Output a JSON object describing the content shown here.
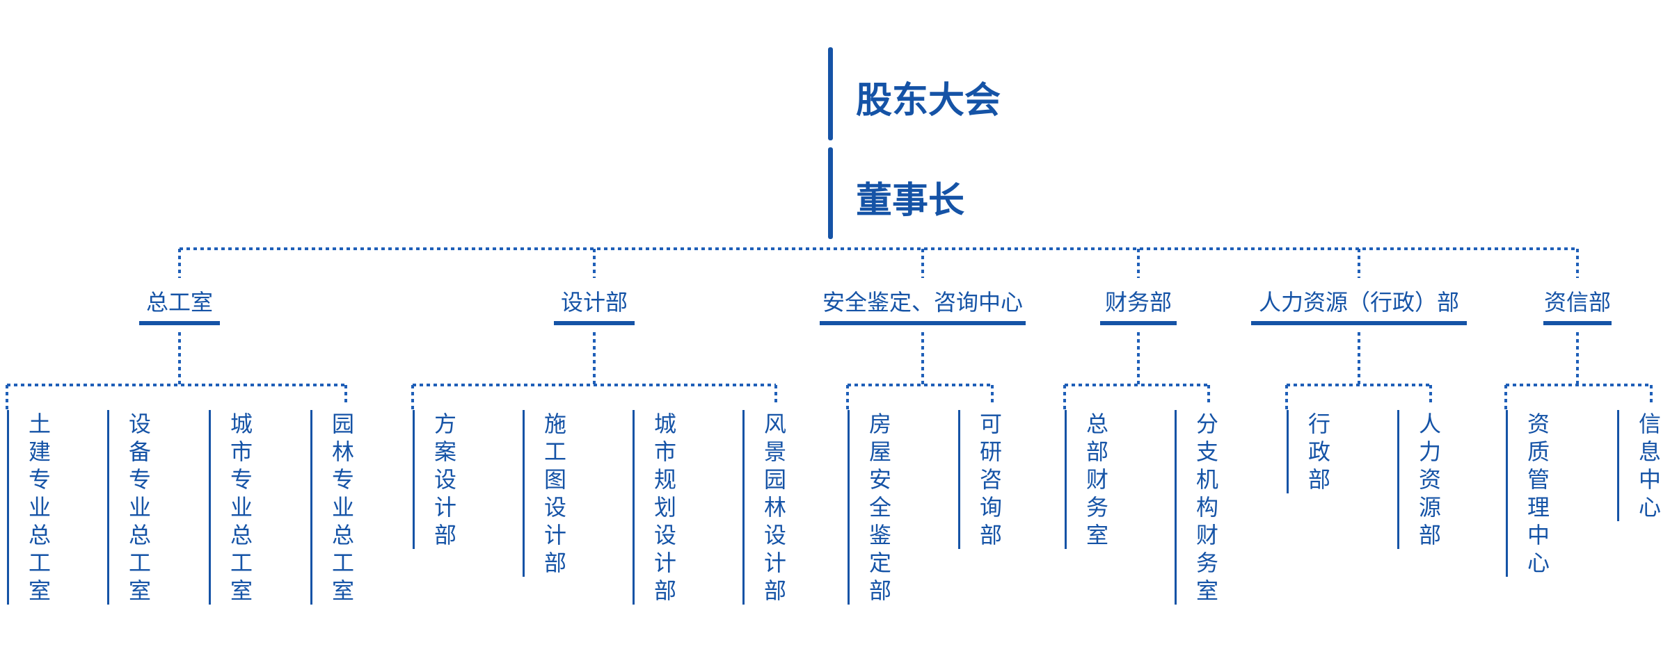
{
  "chart": {
    "top": [
      "股东大会",
      "董事长"
    ],
    "departments": [
      {
        "name": "总工室",
        "subs": [
          "土建专业总工室",
          "设备专业总工室",
          "城市专业总工室",
          "园林专业总工室"
        ]
      },
      {
        "name": "设计部",
        "subs": [
          "方案设计部",
          "施工图设计部",
          "城市规划设计部",
          "风景园林设计部"
        ]
      },
      {
        "name": "安全鉴定、咨询中心",
        "subs": [
          "房屋安全鉴定部",
          "可研咨询部"
        ]
      },
      {
        "name": "财务部",
        "subs": [
          "总部财务室",
          "分支机构财务室"
        ]
      },
      {
        "name": "人力资源（行政）部",
        "subs": [
          "行政部",
          "人力资源部"
        ]
      },
      {
        "name": "资信部",
        "subs": [
          "资质管理中心",
          "信息中心"
        ]
      }
    ]
  },
  "colors": {
    "primary": "#1553a6",
    "connector": "#1f5fb8"
  }
}
